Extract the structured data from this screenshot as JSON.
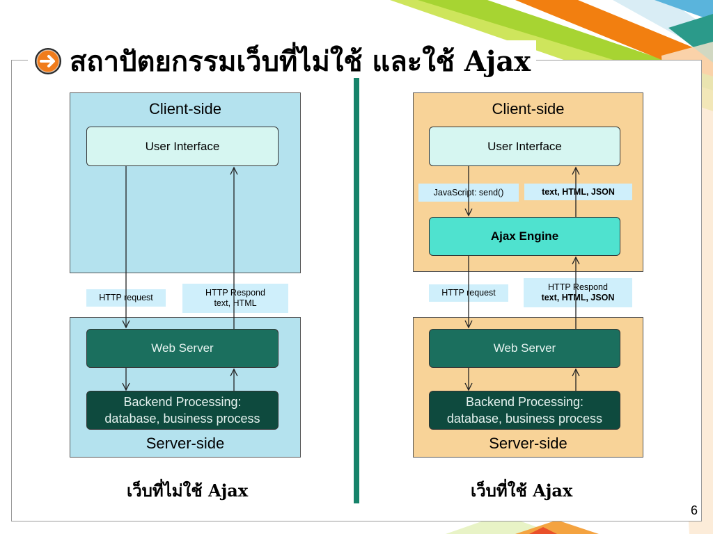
{
  "slide": {
    "title": "สถาปัตยกรรมเว็บที่ไม่ใช้ และใช้ Ajax",
    "page_number": "6"
  },
  "left_diagram": {
    "client_label": "Client-side",
    "server_label": "Server-side",
    "user_interface": "User Interface",
    "http_request": "HTTP request",
    "http_respond_line1": "HTTP Respond",
    "http_respond_line2": "text, HTML",
    "web_server": "Web Server",
    "backend_line1": "Backend Processing:",
    "backend_line2": "database, business process",
    "caption": "เว็บที่ไม่ใช้  Ajax"
  },
  "right_diagram": {
    "client_label": "Client-side",
    "server_label": "Server-side",
    "user_interface": "User Interface",
    "js_send": "JavaScript: send()",
    "response_format": "text, HTML, JSON",
    "ajax_engine": "Ajax Engine",
    "http_request": "HTTP request",
    "http_respond_line1": "HTTP Respond",
    "http_respond_line2": "text, HTML, JSON",
    "web_server": "Web Server",
    "backend_line1": "Backend Processing:",
    "backend_line2": "database, business process",
    "caption": "เว็บที่ใช้  Ajax"
  },
  "colors": {
    "client_blue": "#b4e2ee",
    "client_orange": "#f8d398",
    "divider_green": "#16836a",
    "web_server": "#1b6f5e",
    "backend": "#0e4a3e",
    "ajax_engine": "#4fe2cf",
    "title_icon": "#f07c1c"
  },
  "icons": {
    "title": "orange-arrow-circle-icon"
  }
}
